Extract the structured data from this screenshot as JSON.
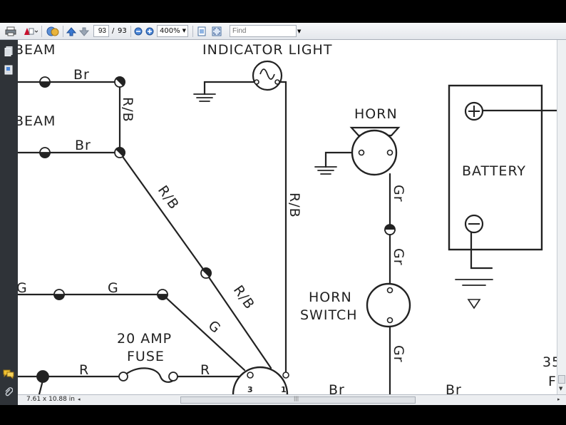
{
  "toolbar": {
    "page_current": "93",
    "page_separator": "/",
    "page_total": "93",
    "zoom": "400%",
    "find_placeholder": "Find"
  },
  "status": {
    "page_size": "7.61 x 10.88 in"
  },
  "diagram": {
    "beam_top": "BEAM",
    "beam_mid": "BEAM",
    "indicator_light": "INDICATOR LIGHT",
    "horn": "HORN",
    "battery": "BATTERY",
    "horn_switch_1": "HORN",
    "horn_switch_2": "SWITCH",
    "fuse_1": "20 AMP",
    "fuse_2": "FUSE",
    "wire_br_top": "Br",
    "wire_br_mid": "Br",
    "wire_rb_vertical": "R/B",
    "wire_rb_diag1": "R/B",
    "wire_rb_diag2": "R/B",
    "wire_rb_right": "R/B",
    "wire_g_left": "G",
    "wire_g_mid": "G",
    "wire_g_diag": "G",
    "wire_gr_1": "Gr",
    "wire_gr_2": "Gr",
    "wire_gr_3": "Gr",
    "wire_r_left": "R",
    "wire_r_right": "R",
    "term_3": "3",
    "term_1": "1",
    "bottom_br_1": "Br",
    "bottom_br_2": "Br",
    "edge_35": "35",
    "edge_f": "F"
  }
}
